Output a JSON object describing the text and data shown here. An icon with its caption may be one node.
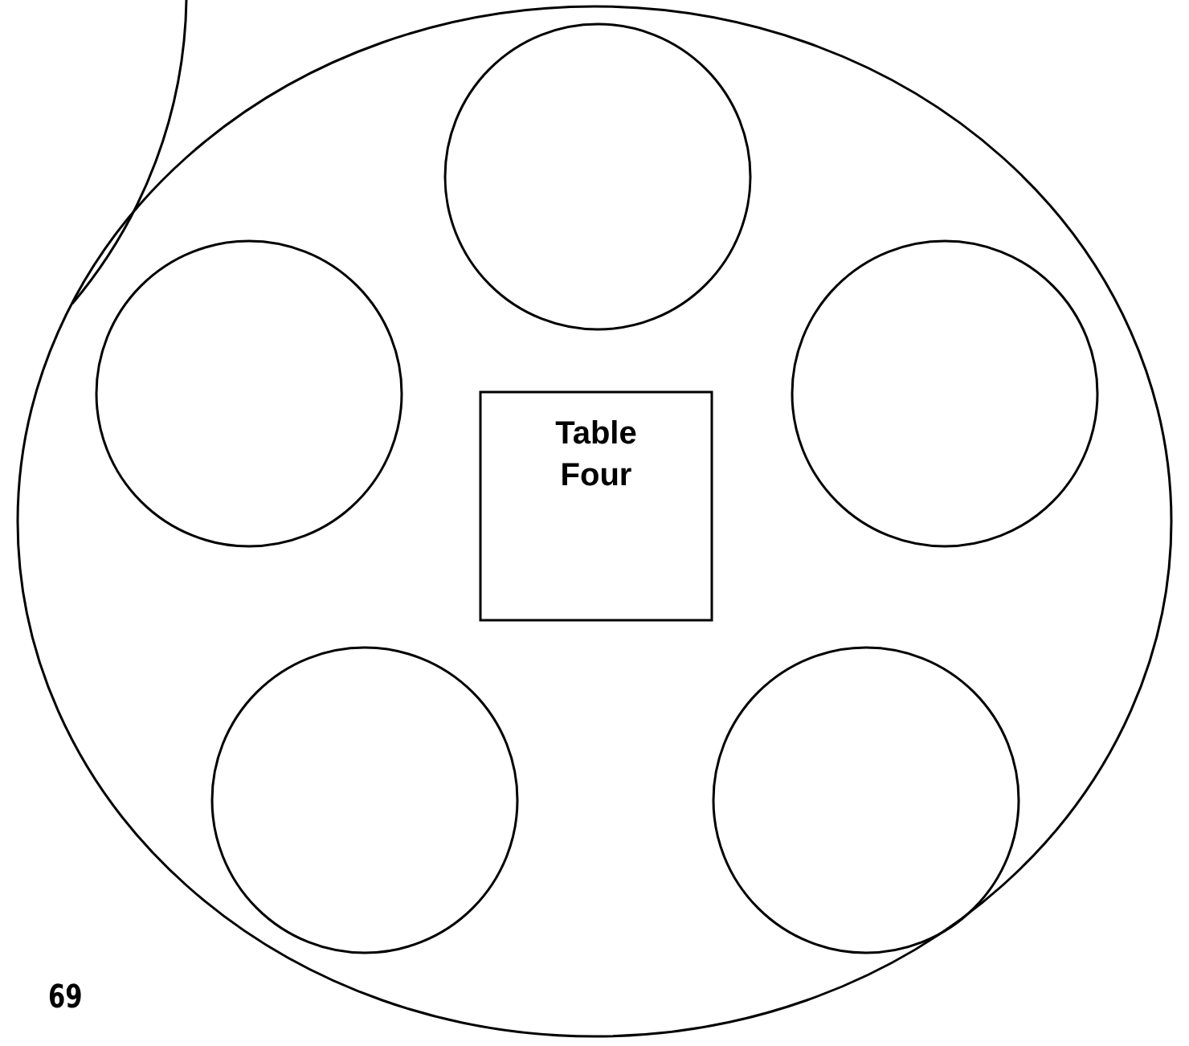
{
  "diagram": {
    "nodes": [
      {
        "text": [],
        "shape": "circle"
      },
      {
        "text": [],
        "shape": "circle"
      },
      {
        "text": [],
        "shape": "circle",
        "in": 1
      },
      {
        "text": [],
        "shape": "circle",
        "in": 1
      },
      {
        "text": [
          "Table Four"
        ],
        "in": 1
      },
      {
        "text": [],
        "shape": "circle",
        "in": 1
      },
      {
        "text": [],
        "shape": "circle",
        "in": 1
      },
      {
        "text": [],
        "shape": "circle",
        "in": 1
      }
    ],
    "labels": [
      "69"
    ]
  }
}
